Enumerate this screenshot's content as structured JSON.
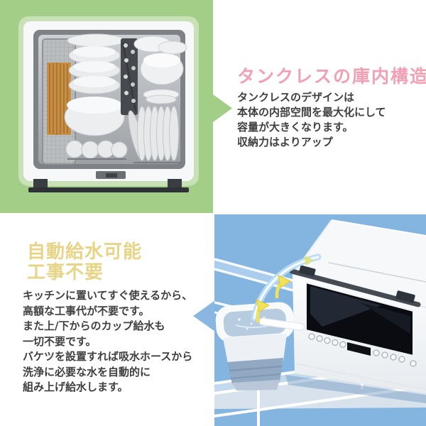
{
  "sections": {
    "tankless": {
      "heading": "タンクレスの庫内構造",
      "heading_color": "#f2a0b4",
      "body_lines": [
        "タンクレスのデザインは",
        "本体の内部空間を最大化にして",
        "容量が大きくなります。",
        "収納力はよりアップ"
      ],
      "photo_background": "#a3ce87",
      "arrow_icon": "triangle-right",
      "arrow_color": "#a3ce87"
    },
    "auto_water": {
      "heading_lines": [
        "自動給水可能",
        "工事不要"
      ],
      "heading_color": "#e8d486",
      "body_lines": [
        "キッチンに置いてすぐ使えるから、",
        "高額な工事代が不要です。",
        "また上/下からのカップ給水も",
        "一切不要です。",
        "バケツを設置すれば吸水ホースから",
        "洗浄に必要な水を自動的に",
        "組み上げ給水します。"
      ],
      "photo_background": "#84b5e0",
      "arrow_icon": "triangle-left",
      "arrow_color": "#8ab7e2",
      "water_arrow_color": "#f1e257"
    },
    "body_text_color": "#3f3f3f"
  }
}
